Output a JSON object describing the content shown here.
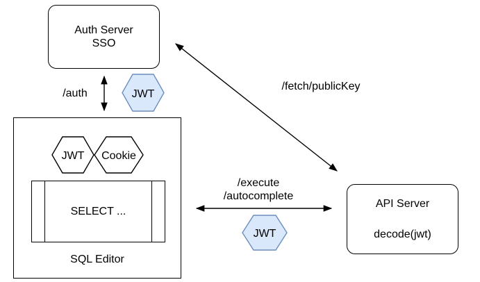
{
  "colors": {
    "background": "#ffffff",
    "shape_stroke": "#000000",
    "text": "#000000",
    "badge_fill": "#dae8fc",
    "badge_stroke": "#6c8ebf"
  },
  "nodes": {
    "auth_server": {
      "line1": "Auth Server",
      "line2": "SSO"
    },
    "api_server": {
      "line1": "API Server",
      "line2": "decode(jwt)"
    },
    "sql_editor": {
      "label": "SQL Editor",
      "query": "SELECT ..."
    }
  },
  "badges": {
    "jwt_auth": "JWT",
    "jwt_editor": "JWT",
    "cookie_editor": "Cookie",
    "jwt_api": "JWT"
  },
  "edges": {
    "auth": "/auth",
    "fetch_public_key": "/fetch/publicKey",
    "execute": "/execute",
    "autocomplete": "/autocomplete"
  }
}
